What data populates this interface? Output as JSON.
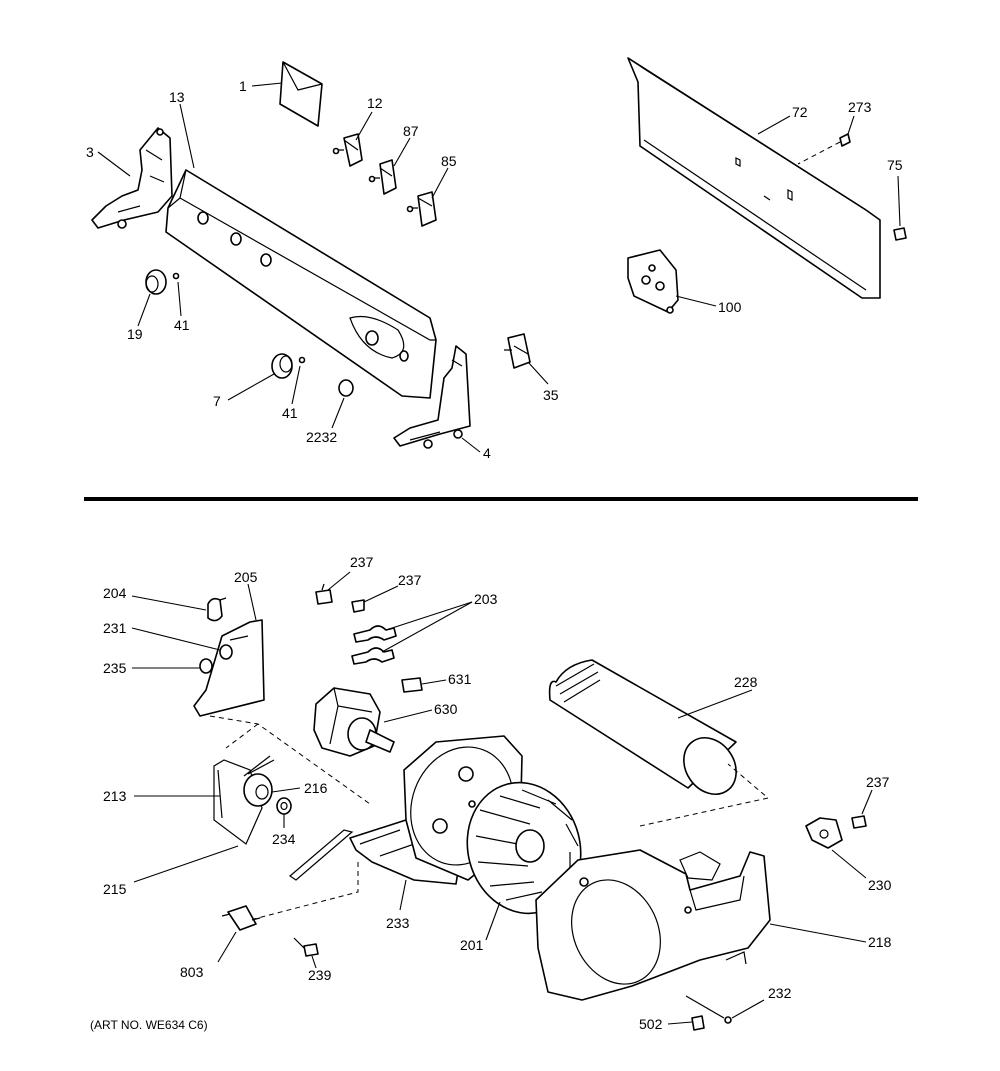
{
  "diagram": {
    "art_no": "(ART NO. WE634 C6)",
    "upper_labels": {
      "p1": "1",
      "p13": "13",
      "p3": "3",
      "p12": "12",
      "p87": "87",
      "p85": "85",
      "p19": "19",
      "p41a": "41",
      "p7": "7",
      "p41b": "41",
      "p2232": "2232",
      "p4": "4",
      "p35": "35",
      "p72": "72",
      "p273": "273",
      "p75": "75",
      "p100": "100"
    },
    "lower_labels": {
      "p237a": "237",
      "p237b": "237",
      "p203": "203",
      "p204": "204",
      "p205": "205",
      "p231": "231",
      "p235": "235",
      "p631": "631",
      "p630": "630",
      "p228": "228",
      "p213": "213",
      "p216": "216",
      "p234": "234",
      "p215": "215",
      "p237c": "237",
      "p230": "230",
      "p233": "233",
      "p201": "201",
      "p218": "218",
      "p803": "803",
      "p239": "239",
      "p232": "232",
      "p502": "502"
    }
  }
}
